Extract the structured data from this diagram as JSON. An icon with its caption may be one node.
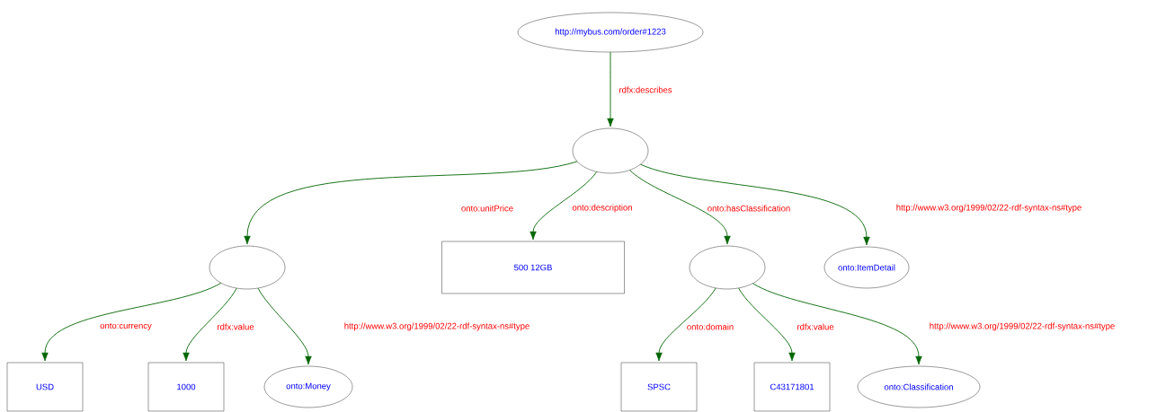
{
  "diagram": {
    "nodes": [
      {
        "text": [
          "http://mybus.com/order#1223"
        ]
      },
      {
        "text": [],
        "shape": "ellipse"
      },
      {
        "text": [],
        "shape": "ellipse"
      },
      {
        "text": [
          "500 12GB"
        ]
      },
      {
        "text": [],
        "shape": "ellipse"
      },
      {
        "text": [
          "onto:ItemDetail"
        ]
      },
      {
        "text": [
          "USD"
        ]
      },
      {
        "text": [
          "1000"
        ]
      },
      {
        "text": [
          "onto:Money"
        ]
      },
      {
        "text": [
          "SPSC"
        ]
      },
      {
        "text": [
          "C43171801"
        ]
      },
      {
        "text": [
          "onto:Classification"
        ]
      }
    ],
    "edges": [
      {
        "from": 0,
        "to": 1,
        "arrow": "to",
        "label": "rdfx:describes"
      },
      {
        "from": 1,
        "to": 2,
        "arrow": "to",
        "label": "onto:unitPrice"
      },
      {
        "from": 1,
        "to": 3,
        "arrow": "to",
        "label": "onto:description"
      },
      {
        "from": 1,
        "to": 4,
        "arrow": "to",
        "label": "onto:hasClassification"
      },
      {
        "from": 1,
        "to": 5,
        "arrow": "to",
        "label": "http://www.w3.org/1999/02/22-rdf-syntax-ns#type"
      },
      {
        "from": 2,
        "to": 6,
        "arrow": "to",
        "label": "onto:currency"
      },
      {
        "from": 2,
        "to": 7,
        "arrow": "to",
        "label": "rdfx:value"
      },
      {
        "from": 2,
        "to": 8,
        "arrow": "to",
        "label": "http://www.w3.org/1999/02/22-rdf-syntax-ns#type"
      },
      {
        "from": 4,
        "to": 9,
        "arrow": "to",
        "label": "onto:domain"
      },
      {
        "from": 4,
        "to": 10,
        "arrow": "to",
        "label": "rdfx:value"
      },
      {
        "from": 4,
        "to": 11,
        "arrow": "to",
        "label": "http://www.w3.org/1999/02/22-rdf-syntax-ns#type"
      }
    ]
  }
}
